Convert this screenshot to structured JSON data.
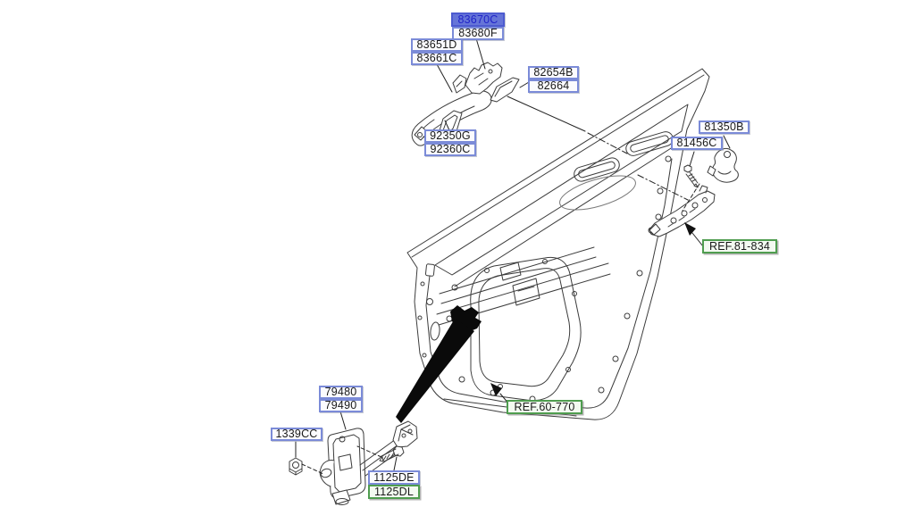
{
  "diagram": {
    "kind": "automotive exploded parts diagram",
    "subject": "rear door locking mechanism and door checker"
  },
  "labels": {
    "p83670C": "83670C",
    "p83680F": "83680F",
    "p83651D": "83651D",
    "p83661C": "83661C",
    "p82654B": "82654B",
    "p82664": "82664",
    "p92350G": "92350G",
    "p92360C": "92360C",
    "p81350B": "81350B",
    "p81456C": "81456C",
    "p79480": "79480",
    "p79490": "79490",
    "p1339CC": "1339CC",
    "p1125DE": "1125DE",
    "p1125DL": "1125DL",
    "ref81": "REF.81-834",
    "ref60": "REF.60-770"
  },
  "colors": {
    "selected_bg": "#6675d8",
    "selected_text": "#2023c8",
    "blue_border": "#7b8bd8",
    "green_border": "#4f9d4f",
    "label_text": "#191919",
    "line_art": "#3c3c3c",
    "canvas_bg": "#ffffff"
  }
}
